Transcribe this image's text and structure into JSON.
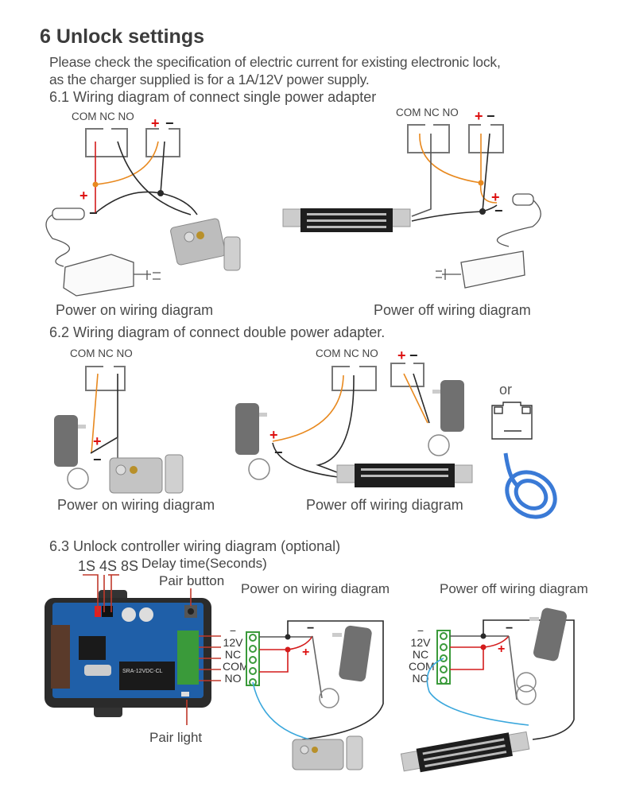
{
  "section": {
    "title": "6  Unlock settings",
    "intro_line1": "Please check the specification of electric current for existing electronic lock,",
    "intro_line2": "as the charger supplied is for a 1A/12V power supply."
  },
  "s61": {
    "heading": "6.1  Wiring diagram of connect single power adapter",
    "terminals": "COM NC NO",
    "plus": "+",
    "minus": "−",
    "caption_on": "Power on wiring diagram",
    "caption_off": "Power off wiring diagram"
  },
  "s62": {
    "heading": "6.2 Wiring diagram of connect double power adapter.",
    "terminals": "COM  NC  NO",
    "plus": "+",
    "minus": "−",
    "or": "or",
    "caption_on": "Power on wiring diagram",
    "caption_off": "Power off wiring diagram"
  },
  "s63": {
    "heading": "6.3  Unlock controller wiring diagram  (optional)",
    "delay_options": "1S  4S  8S",
    "delay_label": "Delay time(Seconds)",
    "pair_button": "Pair button",
    "pair_light": "Pair light",
    "relay_label": "SRA-12VDC-CL",
    "terminal_labels": [
      "−",
      "12V",
      "NC",
      "COM",
      "NO"
    ],
    "caption_on": "Power on wiring diagram",
    "caption_off": "Power off wiring diagram",
    "plus": "+",
    "minus": "−"
  },
  "colors": {
    "wire_red": "#d41c1c",
    "wire_orange": "#e8891f",
    "wire_blue": "#3aa7dc",
    "wire_black": "#2a2a2a",
    "terminal_gray": "#777777",
    "terminal_green": "#3a9a3a",
    "pcb_blue": "#1f5fa8"
  }
}
